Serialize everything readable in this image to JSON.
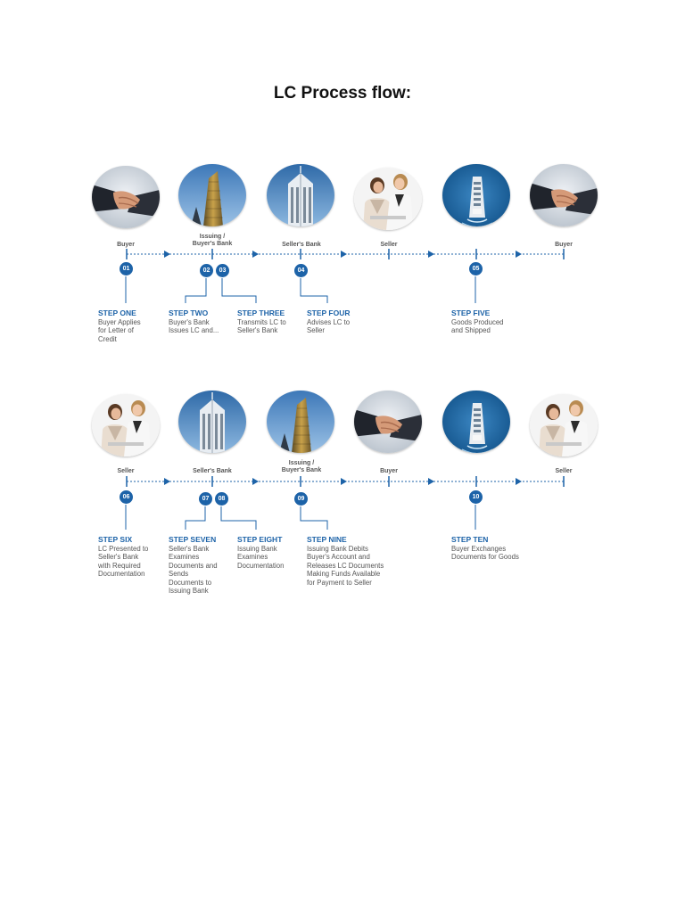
{
  "title": "LC Process flow:",
  "rows": [
    {
      "parties": [
        "Buyer",
        "Issuing /\nBuyer's Bank",
        "Seller's Bank",
        "Seller",
        "Buyer"
      ],
      "images": [
        "handshake",
        "tower-gold",
        "tower-white",
        "business-women",
        "cargo-ship",
        "handshake"
      ],
      "steps": [
        {
          "num": "01",
          "title": "STEP ONE",
          "desc": "Buyer Applies\nfor Letter of\nCredit"
        },
        {
          "num": "02",
          "title": "STEP TWO",
          "desc": "Buyer's Bank\nIssues LC and..."
        },
        {
          "num": "03",
          "title": "STEP THREE",
          "desc": "Transmits LC to\nSeller's Bank"
        },
        {
          "num": "04",
          "title": "STEP FOUR",
          "desc": "Advises LC to\nSeller"
        },
        {
          "num": "05",
          "title": "STEP FIVE",
          "desc": "Goods Produced\nand Shipped"
        }
      ]
    },
    {
      "parties": [
        "Seller",
        "Seller's Bank",
        "Issuing /\nBuyer's Bank",
        "Buyer",
        "Seller"
      ],
      "images": [
        "business-women",
        "tower-white",
        "tower-gold",
        "handshake",
        "cargo-ship",
        "business-women"
      ],
      "steps": [
        {
          "num": "06",
          "title": "STEP SIX",
          "desc": "LC Presented to\nSeller's Bank\nwith Required\nDocumentation"
        },
        {
          "num": "07",
          "title": "STEP SEVEN",
          "desc": "Seller's Bank\nExamines\nDocuments and\nSends\nDocuments to\nIssuing Bank"
        },
        {
          "num": "08",
          "title": "STEP EIGHT",
          "desc": "Issuing Bank\nExamines\nDocumentation"
        },
        {
          "num": "09",
          "title": "STEP NINE",
          "desc": "Issuing Bank Debits\nBuyer's Account and\nReleases LC Documents\nMaking Funds Available\nfor Payment to Seller"
        },
        {
          "num": "10",
          "title": "STEP TEN",
          "desc": "Buyer Exchanges\nDocuments for Goods"
        }
      ]
    }
  ],
  "colors": {
    "accent": "#1d63a8",
    "line": "#1d63a8"
  }
}
